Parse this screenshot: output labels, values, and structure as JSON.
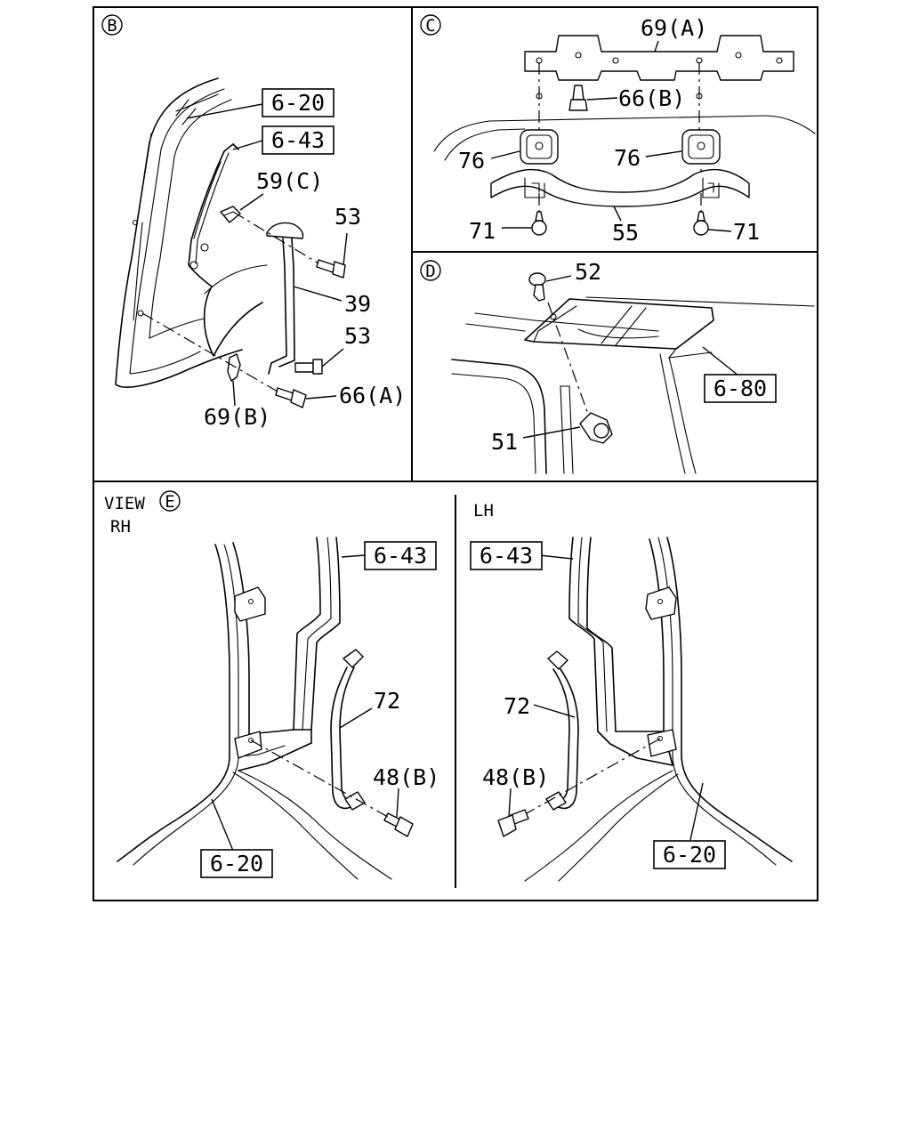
{
  "panels": {
    "B": {
      "tag": "B",
      "ref_6_20": "6-20",
      "ref_6_43": "6-43",
      "part_59c": "59(C)",
      "part_53_upper": "53",
      "part_39": "39",
      "part_53_lower": "53",
      "part_66a": "66(A)",
      "part_69b": "69(B)"
    },
    "C": {
      "tag": "C",
      "part_69a": "69(A)",
      "part_66b": "66(B)",
      "part_76_left": "76",
      "part_76_right": "76",
      "part_71_left": "71",
      "part_55": "55",
      "part_71_right": "71"
    },
    "D": {
      "tag": "D",
      "part_52": "52",
      "ref_6_80": "6-80",
      "part_51": "51"
    },
    "E": {
      "view_word": "VIEW",
      "tag": "E",
      "rh_label": "RH",
      "lh_label": "LH",
      "rh": {
        "ref_6_43": "6-43",
        "part_72": "72",
        "part_48b": "48(B)",
        "ref_6_20": "6-20"
      },
      "lh": {
        "ref_6_43": "6-43",
        "part_72": "72",
        "part_48b": "48(B)",
        "ref_6_20": "6-20"
      }
    }
  }
}
